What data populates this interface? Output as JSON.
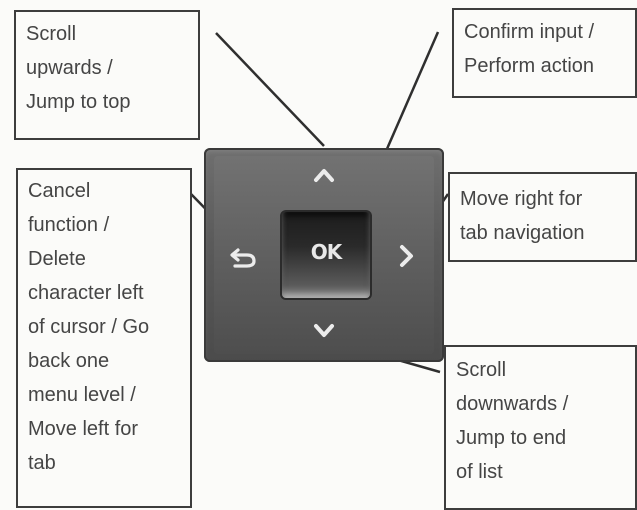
{
  "callouts": {
    "up": [
      "Scroll",
      "upwards /",
      "Jump to top"
    ],
    "ok": [
      "Confirm input /",
      "Perform action"
    ],
    "back": [
      "Cancel",
      "function /",
      "Delete",
      "character left",
      "of cursor / Go",
      "back one",
      "menu level /",
      "Move left for",
      "tab"
    ],
    "right": [
      "Move right for",
      "tab navigation"
    ],
    "down": [
      "Scroll",
      "downwards /",
      "Jump to end",
      "of list"
    ]
  },
  "pad": {
    "ok_label": "OK",
    "up_icon": "chevron-up-icon",
    "down_icon": "chevron-down-icon",
    "right_icon": "chevron-right-icon",
    "back_icon": "back-arrow-icon"
  }
}
